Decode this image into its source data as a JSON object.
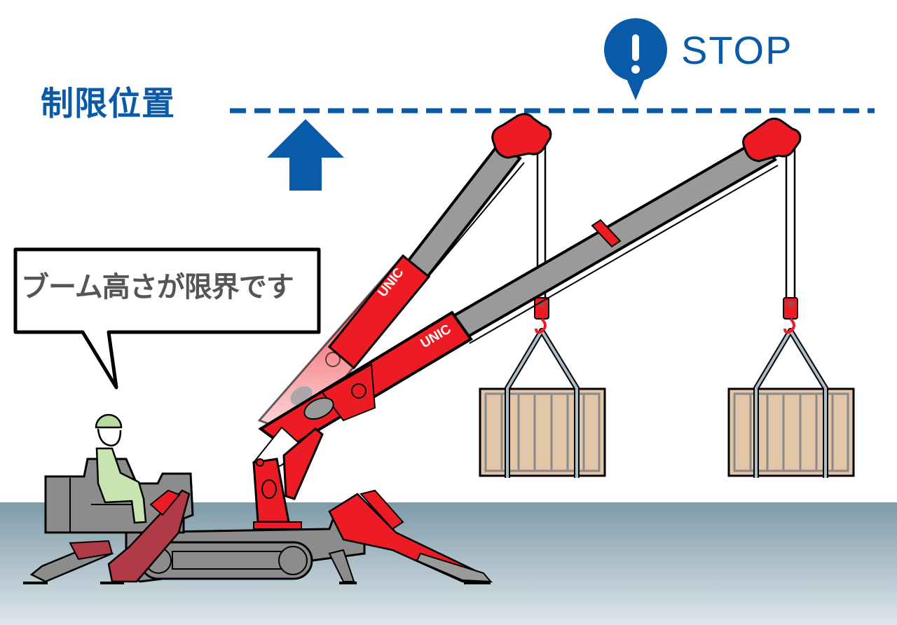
{
  "scene": {
    "title": "Boom height limit illustration",
    "limit_line": {
      "label": "制限位置",
      "color": "#0a5aaa",
      "style": "dashed"
    },
    "stop_marker": {
      "icon": "exclamation-pin-icon",
      "label": "STOP",
      "color": "#0a5aaa"
    },
    "up_arrow": {
      "icon": "arrow-up-icon",
      "color": "#0a5aaa"
    },
    "speech_bubble": {
      "text": "ブーム高さが限界です",
      "text_color": "#555555",
      "border_color": "#000000"
    },
    "crane": {
      "brand_label_upper": "UNIC",
      "brand_label_lower": "UNIC",
      "body_color": "#ed1c24",
      "boom_color": "#9a9a9a",
      "chassis_color": "#8c8c8c"
    },
    "loads": [
      {
        "name": "crate-left",
        "color": "#e3c6a8"
      },
      {
        "name": "crate-right",
        "color": "#e3c6a8"
      }
    ],
    "ground": {
      "top_color": "#7f9ba8",
      "bottom_color": "#dbe4ea"
    }
  }
}
